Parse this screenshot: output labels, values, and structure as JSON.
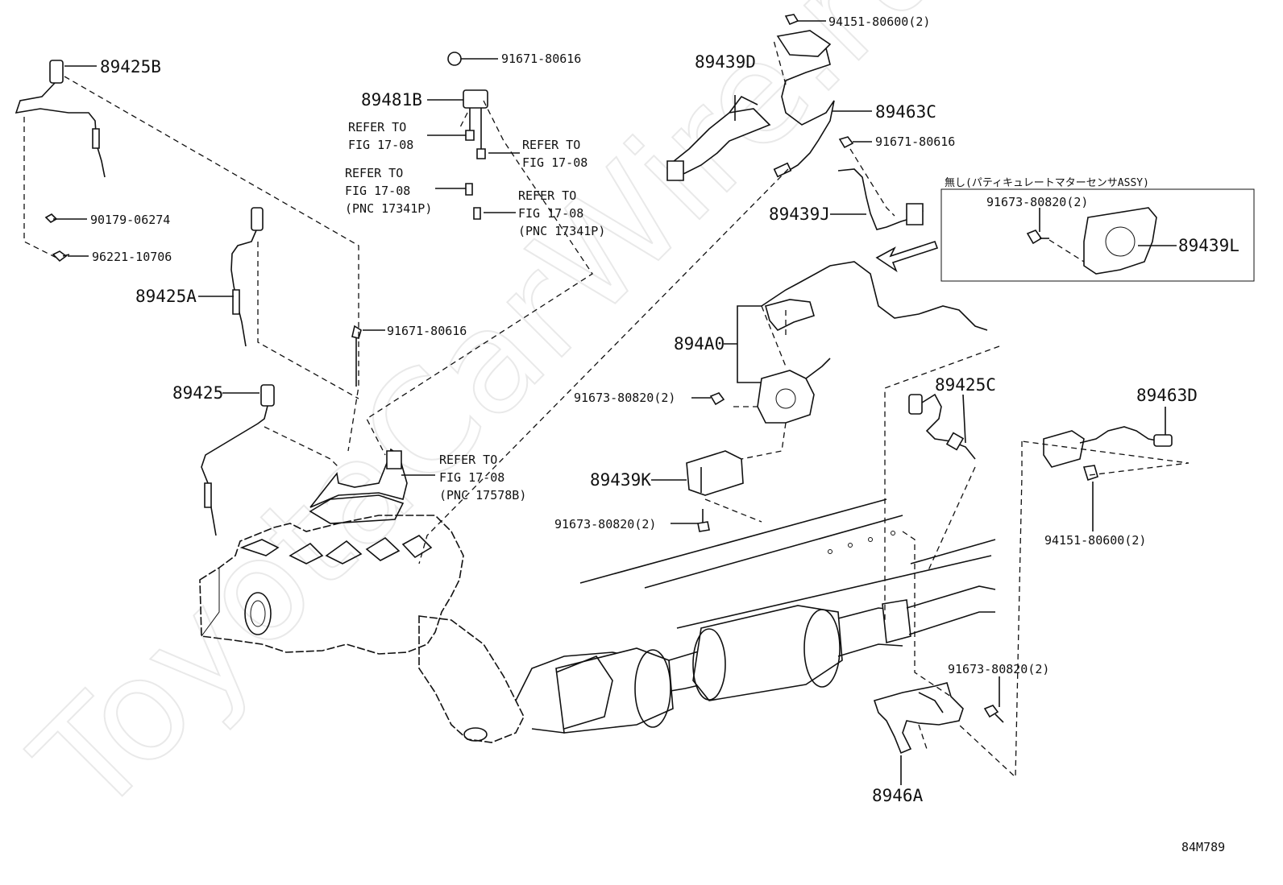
{
  "watermark": "ToyotaCarWire.ru",
  "figure_id": "84M789",
  "callouts": {
    "p89425B": "89425B",
    "p90179": "90179-06274",
    "p96221": "96221-10706",
    "p89425A": "89425A",
    "p89425": "89425",
    "p91671a": "91671-80616",
    "p89481B": "89481B",
    "p91671b": "91671-80616",
    "p89439D": "89439D",
    "p94151a": "94151-80600(2)",
    "p89463C": "89463C",
    "p91671c": "91671-80616",
    "p89439J": "89439J",
    "p894A0": "894A0",
    "p91673a": "91673-80820(2)",
    "p89439K": "89439K",
    "p91673b": "91673-80820(2)",
    "p89425C": "89425C",
    "p89463D": "89463D",
    "p94151b": "94151-80600(2)",
    "p91673c": "91673-80820(2)",
    "p8946A": "8946A",
    "p91673d": "91673-80820(2)",
    "p89439L": "89439L"
  },
  "refers": {
    "r1_l1": "REFER TO",
    "r1_l2": "FIG 17-08",
    "r2_l1": "REFER TO",
    "r2_l2": "FIG 17-08",
    "r3_l1": "REFER TO",
    "r3_l2": "FIG 17-08",
    "r3_l3": "(PNC 17341P)",
    "r4_l1": "REFER TO",
    "r4_l2": "FIG 17-08",
    "r4_l3": "(PNC 17341P)",
    "r5_l1": "REFER TO",
    "r5_l2": "FIG 17-08",
    "r5_l3": "(PNC 17578B)"
  },
  "inset": {
    "title": "無し(パティキュレートマターセンサASSY)"
  }
}
